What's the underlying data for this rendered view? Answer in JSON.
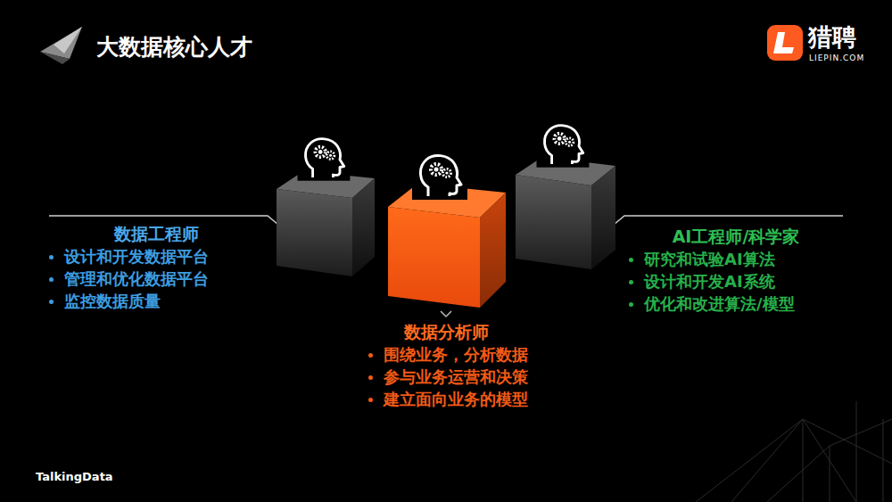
{
  "diagram": {
    "title": "大数据核心人才",
    "nodes": [
      {
        "text": [
          "数据工程师",
          "设计和开发数据平台",
          "管理和优化数据平台",
          "监控数据质量"
        ]
      },
      {
        "text": [
          "数据分析师",
          "围绕业务，分析数据",
          "参与业务运营和决策",
          "建立面向业务的模型"
        ]
      },
      {
        "text": [
          "AI工程师/科学家",
          "研究和试验AI算法",
          "设计和开发AI系统",
          "优化和改进算法/模型"
        ]
      }
    ],
    "labels": [
      "猎聘",
      "LIEPIN.COM",
      "TalkingData"
    ]
  }
}
